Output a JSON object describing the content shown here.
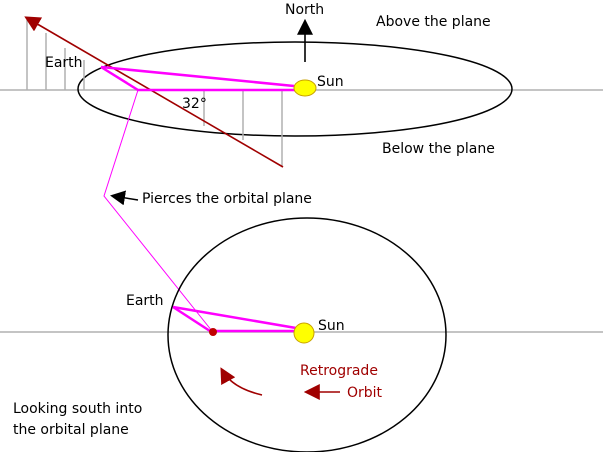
{
  "labels": {
    "north": "North",
    "above": "Above the plane",
    "below": "Below the plane",
    "earth_top": "Earth",
    "sun_top": "Sun",
    "angle": "32°",
    "pierces": "Pierces the orbital plane",
    "earth_bottom": "Earth",
    "sun_bottom": "Sun",
    "retrograde": "Retrograde",
    "orbit": "Orbit",
    "looking_line1": "Looking south into",
    "looking_line2": "the orbital plane"
  },
  "colors": {
    "orbit_path": "#ff00ff",
    "sun": "#ffff00",
    "sun_outline": "#c8a000",
    "trajectory": "#a00000",
    "earth_dot": "#c00000",
    "plane_line": "#b0b0b0",
    "ellipse": "#000000"
  }
}
